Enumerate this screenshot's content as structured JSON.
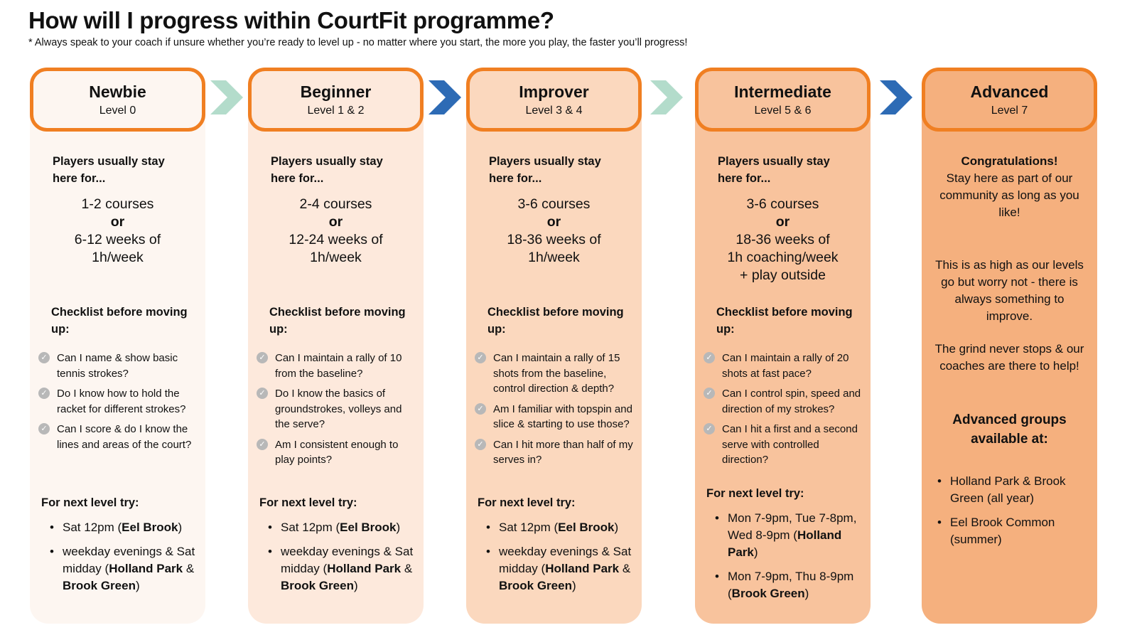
{
  "title": "How will I progress within CourtFit programme?",
  "subtitle": "* Always speak to your coach if unsure whether you’re ready to level up - no matter where you start, the more you play, the faster you’ll progress!",
  "colors": {
    "border": "#f07f22",
    "chevron_light": "#b3dccb",
    "chevron_dark": "#2d6bb5",
    "columns": [
      "#fdf6f1",
      "#fde9dc",
      "#fbd8be",
      "#f8c39d",
      "#f5b07e"
    ]
  },
  "columns": [
    {
      "name": "Newbie",
      "level": "Level 0",
      "stay_heading": "Players usually stay here for...",
      "stay": [
        "1-2 courses",
        "or",
        "6-12 weeks of",
        "1h/week"
      ],
      "checklist_heading": "Checklist before moving up:",
      "checklist": [
        "Can I name & show basic tennis strokes?",
        "Do I know how to hold the racket for different strokes?",
        "Can I score & do I know the lines and areas of the court?"
      ],
      "next_heading": "For next level try:",
      "next": [
        [
          {
            "t": "Sat 12pm ("
          },
          {
            "t": "Eel Brook",
            "b": true
          },
          {
            "t": ")"
          }
        ],
        [
          {
            "t": "weekday evenings & Sat midday ("
          },
          {
            "t": "Holland Park",
            "b": true
          },
          {
            "t": " & "
          },
          {
            "t": "Brook Green",
            "b": true
          },
          {
            "t": ")"
          }
        ]
      ]
    },
    {
      "name": "Beginner",
      "level": "Level 1 & 2",
      "stay_heading": "Players usually stay here for...",
      "stay": [
        "2-4 courses",
        "or",
        "12-24 weeks of",
        "1h/week"
      ],
      "checklist_heading": "Checklist before moving up:",
      "checklist": [
        "Can I maintain a rally of 10 from the baseline?",
        "Do I know the basics of groundstrokes, volleys and the serve?",
        "Am I consistent enough to play points?"
      ],
      "next_heading": "For next level try:",
      "next": [
        [
          {
            "t": "Sat 12pm ("
          },
          {
            "t": "Eel Brook",
            "b": true
          },
          {
            "t": ")"
          }
        ],
        [
          {
            "t": "weekday evenings & Sat midday ("
          },
          {
            "t": "Holland Park",
            "b": true
          },
          {
            "t": " & "
          },
          {
            "t": "Brook Green",
            "b": true
          },
          {
            "t": ")"
          }
        ]
      ]
    },
    {
      "name": "Improver",
      "level": "Level 3 & 4",
      "stay_heading": "Players usually stay here for...",
      "stay": [
        "3-6 courses",
        "or",
        "18-36 weeks of",
        "1h/week"
      ],
      "checklist_heading": "Checklist before moving up:",
      "checklist": [
        "Can I maintain a rally of 15 shots from the baseline, control direction & depth?",
        "Am I familiar with topspin and slice & starting to use those?",
        "Can I hit more than half of my serves in?"
      ],
      "next_heading": "For next level try:",
      "next": [
        [
          {
            "t": "Sat 12pm ("
          },
          {
            "t": "Eel Brook",
            "b": true
          },
          {
            "t": ")"
          }
        ],
        [
          {
            "t": "weekday evenings & Sat midday ("
          },
          {
            "t": "Holland Park",
            "b": true
          },
          {
            "t": " & "
          },
          {
            "t": "Brook Green",
            "b": true
          },
          {
            "t": ")"
          }
        ]
      ]
    },
    {
      "name": "Intermediate",
      "level": "Level 5 & 6",
      "stay_heading": "Players usually stay here for...",
      "stay": [
        "3-6 courses",
        "or",
        "18-36 weeks of",
        "1h coaching/week",
        "+ play outside"
      ],
      "checklist_heading": "Checklist before moving up:",
      "checklist": [
        "Can I maintain a rally of 20 shots at fast pace?",
        "Can I control spin, speed and direction of my strokes?",
        "Can I hit a first and a second serve with controlled direction?"
      ],
      "next_heading": "For next level try:",
      "next": [
        [
          {
            "t": "Mon 7-9pm, Tue 7-8pm, Wed 8-9pm ("
          },
          {
            "t": "Holland Park",
            "b": true
          },
          {
            "t": ")"
          }
        ],
        [
          {
            "t": "Mon 7-9pm, Thu 8-9pm ("
          },
          {
            "t": "Brook Green",
            "b": true
          },
          {
            "t": ")"
          }
        ]
      ]
    },
    {
      "name": "Advanced",
      "level": "Level 7",
      "congrats": "Congratulations!",
      "congrats_text": "Stay here as part of our community as long as you like!",
      "high_text": "This is as high as our levels go but worry not - there is always something to improve.",
      "grind_text": "The grind never stops & our coaches are there to help!",
      "groups_heading": "Advanced groups available at:",
      "groups": [
        "Holland Park & Brook Green (all year)",
        "Eel Brook Common (summer)"
      ]
    }
  ]
}
